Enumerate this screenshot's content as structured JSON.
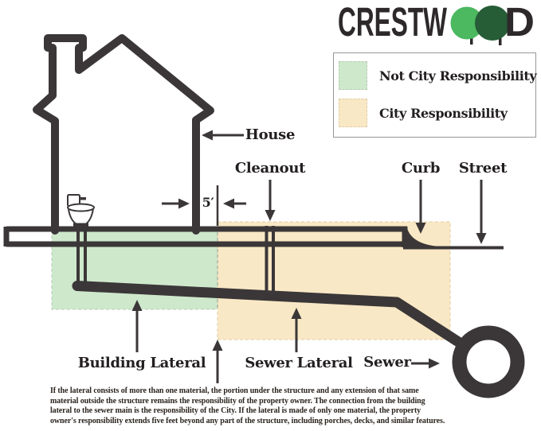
{
  "logo": {
    "word_start": "CRESTW",
    "word_end": "D",
    "tree_light_color": "#4cb860",
    "tree_dark_color": "#265c36",
    "letter_color": "#2d282a"
  },
  "legend": {
    "items": [
      {
        "label": "Not City Responsibility",
        "color": "#cee8cc"
      },
      {
        "label": "City Responsibility",
        "color": "#f9e8c5"
      }
    ]
  },
  "diagram": {
    "labels": {
      "house": "House",
      "cleanout": "Cleanout",
      "curb": "Curb",
      "street": "Street",
      "five_feet": "5′",
      "building_lateral": "Building Lateral",
      "sewer_lateral": "Sewer Lateral",
      "sewer": "Sewer"
    },
    "colors": {
      "line": "#3b3738",
      "not_city_region": "#cee8cc",
      "city_region": "#f9e8c5"
    }
  },
  "note": {
    "lines": [
      "If the lateral consists of more than one material, the portion under the structure and any extension of that same",
      "material outside the structure remains the responsibility of the property owner. The connection from the building",
      "lateral to the sewer main is the responsibility of the City. If the lateral is made of only one material, the property",
      "owner's responsibility extends five feet beyond any part of the structure, including porches, decks, and similar features."
    ]
  }
}
